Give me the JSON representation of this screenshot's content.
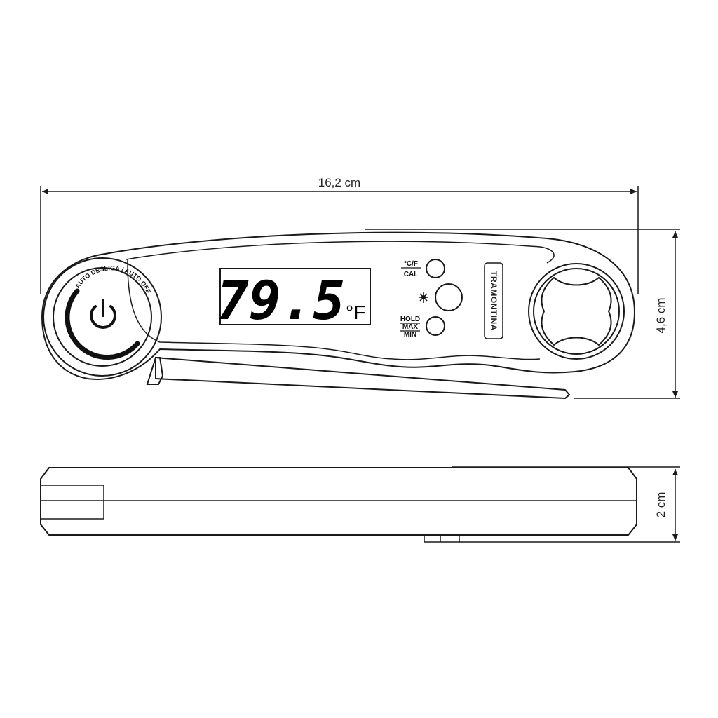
{
  "dimensions": {
    "width_label": "16,2 cm",
    "height_label": "4,6 cm",
    "depth_label": "2 cm"
  },
  "display": {
    "temperature": "79.5",
    "unit": "°F"
  },
  "buttons": {
    "top_label_line1": "°C/F",
    "top_label_line2": "CAL",
    "middle_icon": "backlight-icon",
    "bottom_label_line1": "HOLD",
    "bottom_label_line2": "MAX",
    "bottom_label_line3": "MIN"
  },
  "power": {
    "arc_text": "AUTO DESLIGA / AUTO OFF",
    "icon": "power-icon"
  },
  "brand": {
    "name": "TRAMONTINA"
  }
}
